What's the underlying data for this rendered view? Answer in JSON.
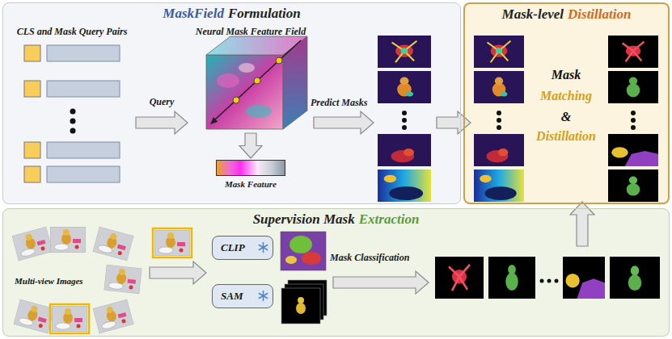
{
  "diagram": {
    "nodes": [
      {
        "text": [
          "MaskField",
          "Formulation"
        ]
      },
      {
        "text": [
          "CLS and Mask Query Pairs"
        ],
        "in": 0
      },
      {
        "text": [
          "Neural Mask Feature Field"
        ],
        "in": 0
      },
      {
        "text": [
          "Mask Feature"
        ],
        "in": 0
      },
      {
        "text": [
          "Mask-level",
          "Distillation"
        ]
      },
      {
        "text": [
          "Supervision Mask",
          "Extraction"
        ]
      },
      {
        "text": [
          "Multi-view Images"
        ],
        "in": 5
      },
      {
        "text": [
          "CLIP"
        ],
        "in": 5
      },
      {
        "text": [
          "SAM"
        ],
        "in": 5
      }
    ],
    "edges": [
      {
        "from": 1,
        "to": 2,
        "arrow": "to",
        "label": "Query"
      },
      {
        "from": 2,
        "to": 3,
        "arrow": "to"
      }
    ],
    "labels": [
      "Predict Masks",
      "Mask",
      "Matching",
      "&",
      "Distillation",
      "Mask Classification"
    ]
  }
}
